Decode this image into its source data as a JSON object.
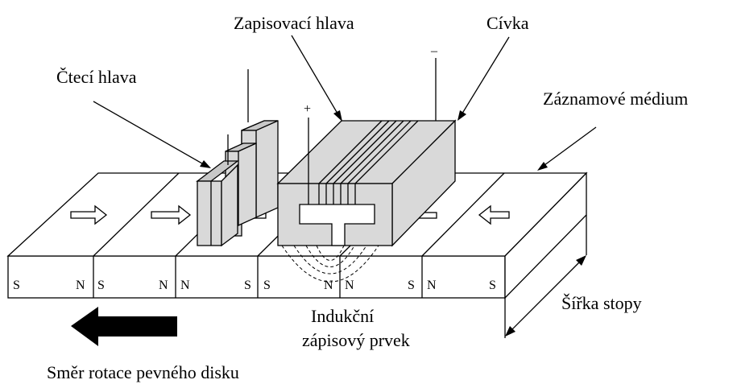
{
  "labels": {
    "write_head": "Zapisovací hlava",
    "coil": "Cívka",
    "read_head": "Čtecí hlava",
    "medium": "Záznamové médium",
    "track_width": "Šířka stopy",
    "inductive_line1": "Indukční",
    "inductive_line2": "zápisový prvek",
    "rotation": "Směr rotace pevného disku",
    "plus": "+",
    "minus": "–"
  },
  "domains": [
    {
      "left": "S",
      "right": "N"
    },
    {
      "left": "S",
      "right": "N"
    },
    {
      "left": "N",
      "right": "S"
    },
    {
      "left": "S",
      "right": "N"
    },
    {
      "left": "N",
      "right": "S"
    },
    {
      "left": "N",
      "right": "S"
    }
  ],
  "colors": {
    "head": "#d9d9d9",
    "line": "#000000",
    "arrow": "#000000"
  }
}
